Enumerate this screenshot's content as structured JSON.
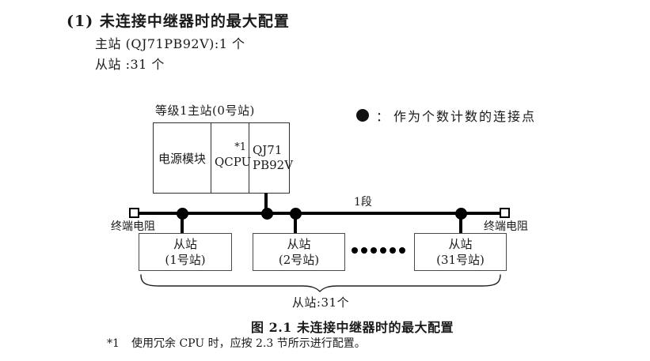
{
  "colors": {
    "ink": "#1a1a1a",
    "line": "#000000",
    "background": "#ffffff"
  },
  "header": {
    "heading": "(1) 未连接中继器时的最大配置",
    "master_spec": "主站 (QJ71PB92V):1 个",
    "slave_spec": "从站 :31 个"
  },
  "legend": {
    "symbol": "connection-point-dot",
    "separator": "：",
    "text": "作为个数计数的连接点"
  },
  "master_station": {
    "label": "等级1主站(0号站)",
    "modules": [
      {
        "name": "电源模块"
      },
      {
        "name": "QCPU",
        "note": "*1"
      },
      {
        "lines": [
          "QJ71",
          "PB92V"
        ]
      }
    ]
  },
  "bus": {
    "segment_label": "1段",
    "left_terminator_label": "终端电阻",
    "right_terminator_label": "终端电阻"
  },
  "slaves": {
    "stations": [
      {
        "line1": "从站",
        "line2": "(1号站)"
      },
      {
        "line1": "从站",
        "line2": "(2号站)"
      },
      {
        "line1": "从站",
        "line2": "(31号站)"
      }
    ],
    "count_label": "从站:31个"
  },
  "caption": "图 2.1 未连接中继器时的最大配置",
  "footnote": {
    "marker": "*1",
    "text": "使用冗余 CPU 时，应按 2.3 节所示进行配置。"
  }
}
